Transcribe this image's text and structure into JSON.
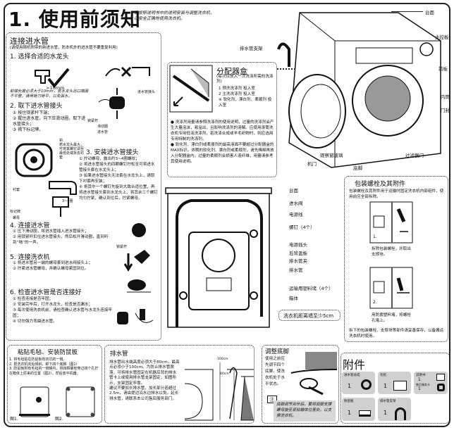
{
  "title": "1. 使用前须知",
  "subtitle": [
    "请按照说明书中的说明安装与调整洗衣机，",
    "以安全正确地使用洗衣机。"
  ],
  "connect": {
    "heading": "连接进水管",
    "note": "(请使用随机附带的新进水管，防本机外的进水管不要重复利用)",
    "s1": {
      "title": "1. 选择合适的水龙头",
      "dim": ">10mm",
      "text": "前端长度必须大于10mm，若水龙头出口端面不平整，请用锉刀锉平，以免漏水。"
    },
    "s2": {
      "title": "2. 取下进水管接头",
      "steps": [
        "① 按住锁紧杆下端；",
        "② 握住进水管，向下压滑动圈，取下进水管接头；",
        "③ 揭下标记牌。"
      ],
      "labels": [
        "锁紧杆",
        "滑动圈",
        "进水管",
        "进水管接头"
      ]
    },
    "s2b": {
      "labels": [
        "钩",
        "若水龙头最大，可将其螺钉调至最低处或拆去衬套",
        "衬套",
        "标记牌",
        "螺母",
        "3~4圈"
      ]
    },
    "s3": {
      "title": "3. 安装进水管接头",
      "steps": [
        "① 拧动螺母，露出约3~4圈螺纹；",
        "② 将进水管接头的四颗螺钉拧松至可将进水管接头套在水龙头上；",
        "③ 如果进水管接头无法套在水龙头上，请取下衬套再安装；",
        "④ 将其中一个螺钉先旋到大致合适位置，再将进水管接头套到水龙头上，将其余三个螺钉均匀拧紧，确认到位后，拧紧螺母。"
      ]
    },
    "s4": {
      "title": "4. 连接进水管",
      "steps": [
        "① 压下滑动圈，将进水管插入进水管接头；",
        "② 用锁紧杆扣住进水管接头，然后松开滑动圈，直到听到“啪”的一声。"
      ],
      "label": "锁紧杆"
    },
    "s5": {
      "title": "5. 连接洗衣机",
      "steps": [
        "① 将进水管另一端的螺母套到进水阀接头上；",
        "② 拧紧进水管螺母，并确认螺母紧固到位。"
      ]
    },
    "s6": {
      "title": "6. 检查进水管是否连接好",
      "steps": [
        "① 检查连接是否牢固；",
        "② 安装完毕后，打开水龙头，检查是否漏水；",
        "③ 每次使用洗衣机前，请检查确认进水管与水龙头连接牢固；",
        "④ 切勿强力弯曲进水管。"
      ]
    }
  },
  "dispenser": {
    "heading": "分配器盒",
    "note": "(每次仅放入一次洗涤所需的洗涤剂)",
    "items": [
      "1  预洗洗涤剂  投入室",
      "2  主洗洗涤剂  投入室",
      "※ 软化剂、漂白剂、柔顺剂  投入室"
    ],
    "text": [
      "● 洗涤剂用量请参照洗涤剂的使用说明，过量的洗涤剂会产生大量泡沫，易溢出，且影响洗涤剂的溶解。应使用滚筒洗衣机专用低泡洗涤剂，若洗涤合成或羊毛织物时，则应选用专用特制的洗涤剂。",
      "● 软化剂、漂白剂或柔顺剂的最高液面不要超过分配器盒的MAX标识。浓稠的软化剂、漂白剂或柔顺剂，请先稀释再放入分配器盒内。过量的柔顺剂会损害人造纤维，用量请参考其使用说明。"
    ]
  },
  "front_labels": [
    "台面",
    "主控板",
    "排水管支架",
    "前板",
    "内筒",
    "门封",
    "机门",
    "观察窗玻璃",
    "底脚",
    "过滤器门"
  ],
  "back_labels": [
    "台面",
    "进水阀",
    "电源线",
    "螺钉（4个）",
    "电源插头",
    "后背盖板",
    "排水管夹",
    "排水管",
    "运输用塑料堵（4个）",
    "箱体"
  ],
  "distance": "洗衣机距离墙至少5cm",
  "bolts": {
    "heading": "包装螺栓及其附件",
    "text": "包装螺栓及其附件用于运输时固定洗衣机内部组件，使用前应全部拆除。",
    "step1": "拆除包装螺栓，并取出支撑块。",
    "step2": "用防震塑料堵，将螺栓孔堵上。",
    "n1": "1.",
    "n2": "2.",
    "footer": "拆下的包装螺栓、支撑块等部件请妥善保存，以备搬运洗衣机时使用。"
  },
  "mat": {
    "heading": "粘贴毛毡、安装防鼠板",
    "steps": [
      "1. 将毛毡贴在防鼠板有凹坑的一侧。",
      "2. 把洗衣机向后倾斜，卸下四个底脚（图1）",
      "3. 防鼠板附有毛毡的一侧朝内，将四颗螺栓穿过四个孔拧在箱体上原来的位置（图2），然后放平机器。"
    ],
    "fig1": "图1.",
    "fig2": "图2."
  },
  "drain": {
    "heading": "排水管",
    "text": [
      "排水管出水端高度必须大于80cm，最高点必须小于100cm。为防止排水管脱落，可将排水管固定在机器后背的排水管卡上或使用排水管支架固定，如图所示，支架固定牢靠。",
      "建议不要加长排水管，加长部分若超过2.5m，请由提边沿水边排水以免，延长排水管，请联系本公司售后服务部门。"
    ],
    "dims": [
      "100cm",
      "80cm"
    ]
  },
  "feet": {
    "heading": "调整底脚",
    "text": "使用之前应先调节四个底脚，使洗衣机处于水平状态。",
    "note_label": "注",
    "note": "底脚调节完毕后，要将底脚支撑螺母旋至紧贴箱体位置处，以支撑洗衣机。"
  },
  "accessories": {
    "heading": "附件",
    "items": [
      {
        "name": "进水管总成",
        "qty": "1"
      },
      {
        "name": "毛毡",
        "qty": "1"
      },
      {
        "name": "说明书",
        "qty": "1"
      },
      {
        "name": "防鼠板",
        "qty": "1"
      },
      {
        "name": "排水管支架",
        "qty": "1"
      }
    ],
    "extra": {
      "name": "售后服务卡",
      "qty": "1"
    }
  }
}
